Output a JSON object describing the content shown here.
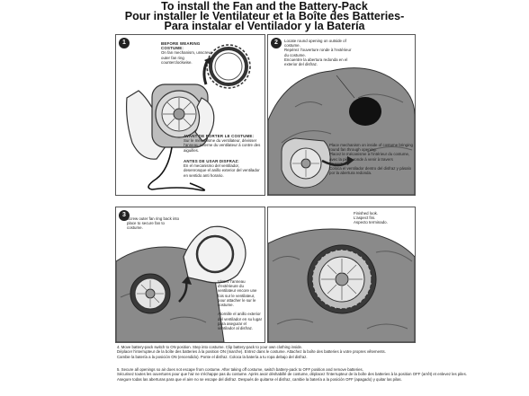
{
  "titles": {
    "en": "To install the Fan and the Battery-Pack",
    "fr": "Pour installer le Ventilateur et la Boîte des Batteries-",
    "es": "Para instalar el Ventilador y la Batería"
  },
  "panel1": {
    "step": "1",
    "before_heading": "BEFORE WEARING COSTUME:",
    "before_text": "On fan mechanism, unscrew outer fan ring counterclockwise.",
    "fr_heading": "AVANT DE PORTER LE COSTUME:",
    "fr_text": "Sur le mécanisme du ventilateur, dévisser l'anneau externe du ventilateur à contre des aiguilles.",
    "es_heading": "ANTES DE USAR DISFRAZ:",
    "es_text": "En el mecanismo del ventilador, desenrosque el anillo exterior del ventilador en sentido anti horario."
  },
  "panel2": {
    "step": "2",
    "top_en": "Locate round opening on outside of costume.",
    "top_fr": "Repérez l'ouverture ronde à l'extérieur du costume.",
    "top_es": "Encuentre la abertura redonda en el exterior del disfraz.",
    "mid_en": "Place mechanism on inside of costume bringing round fan through opening.",
    "mid_fr": "Placez le mécanisme à l'intérieur du costume, avec la pièce ronde à venir à travers l'ouverture.",
    "mid_es": "Coloca el ventilador dentro del disfraz y pásalo por la abertura redonda."
  },
  "panel3": {
    "step": "3",
    "top_en": "Screw outer fan ring back into place to secure fan to costume.",
    "bot_fr": "Vissez l'anneau d'extérieure du ventilateur encore une fois sur le ventilateur, pour attacher le sur le costume.",
    "bot_es": "Atornille el anillo exterior del ventilador en su lugar para asegurar el ventilador al disfraz."
  },
  "panel4": {
    "en": "Finished look.",
    "fr": "L'aspect fini.",
    "es": "Aspecto terminado."
  },
  "instructions": {
    "step4": [
      "4. Move battery-pack switch to ON position. Step into costume. Clip battery-pack to your own clothing inside.",
      "Déplacer l'interrupteur de la boîte des batteries à la position ON (marche). Entrez dans le costume. Attachez la boîte des batteries à votre propres vêtements.",
      "Cambie la batería a la posición ON (encendido). Ponte el disfraz. Coloca la batería a tu ropa debajo del disfraz."
    ],
    "step5": [
      "5. Secure all openings so air does not escape from costume. After taking off costume, switch battery-pack to OFF position and remove batteries.",
      "Sécurisez toutes les ouvertures pour que l'air ne s'échappe pas du costume. Après avoir déshabillé de costume, déplacez l'interrupteur de la boîte des batteries à la position OFF (arrêt) et enlevez les piles.",
      "Asegure todas las aberturas para que el aire no se escape del disfraz. Después de quitarse el disfraz, cambie la batería a la posición OFF (apagado) y quitar las pilas."
    ]
  },
  "colors": {
    "ink": "#222222",
    "rock": "#8a8a8a",
    "rock_dark": "#5a5a5a",
    "fan": "#d8d8d8",
    "hole": "#111111"
  }
}
